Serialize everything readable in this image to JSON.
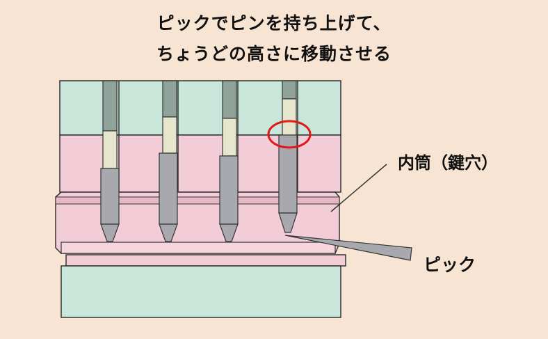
{
  "heading": {
    "line1": "ピックでピンを持ち上げて、",
    "line2": "ちょうどの高さに移動させる"
  },
  "labels": {
    "plug": "内筒（鍵穴）",
    "pick": "ピック"
  },
  "colors": {
    "background": "#f7e4d3",
    "housing": "#c9e6da",
    "plug": "#f2ccd7",
    "pin_top": "#8fa39b",
    "pin_bottom": "#a7a9ae",
    "gap_segment": "#e6e6cc",
    "highlight_circle": "#e01818"
  }
}
